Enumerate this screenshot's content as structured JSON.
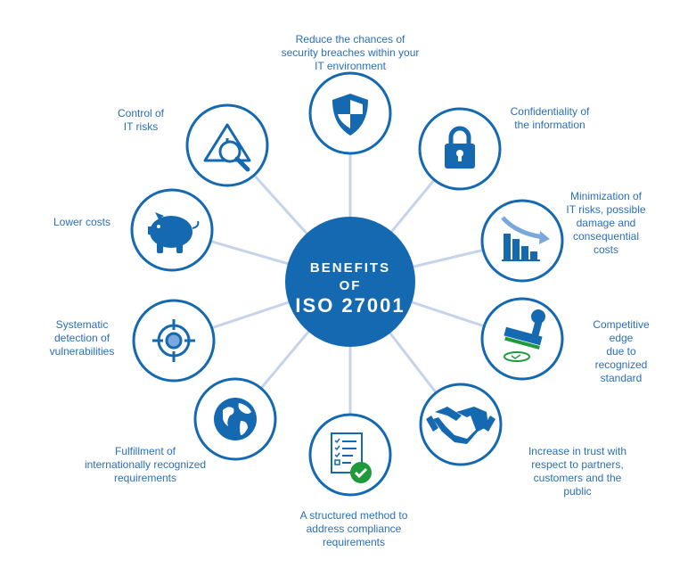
{
  "center": {
    "line1": "BENEFITS",
    "line2": "OF",
    "line3": "ISO 27001"
  },
  "colors": {
    "primary": "#1569b0",
    "spoke": "#c6d4ea",
    "green": "#1f9a3a",
    "text": "#2a6fb8"
  },
  "benefits": [
    {
      "icon": "shield-icon",
      "label": "Reduce the chances of\nsecurity breaches within your\nIT environment"
    },
    {
      "icon": "lock-icon",
      "label": "Confidentiality of\nthe information"
    },
    {
      "icon": "declining-chart-icon",
      "label": "Minimization of\nIT risks, possible\ndamage and\nconsequential\ncosts"
    },
    {
      "icon": "stamp-icon",
      "label": "Competitive edge\ndue to recognized\nstandard"
    },
    {
      "icon": "handshake-icon",
      "label": "Increase in trust with\nrespect to partners,\ncustomers and the public"
    },
    {
      "icon": "checklist-icon",
      "label": "A structured method to\naddress compliance\nrequirements"
    },
    {
      "icon": "globe-icon",
      "label": "Fulfillment of\ninternationally recognized\nrequirements"
    },
    {
      "icon": "target-icon",
      "label": "Systematic\ndetection of\nvulnerabilities"
    },
    {
      "icon": "piggy-bank-icon",
      "label": "Lower costs"
    },
    {
      "icon": "warning-magnifier-icon",
      "label": "Control of\nIT risks"
    }
  ]
}
